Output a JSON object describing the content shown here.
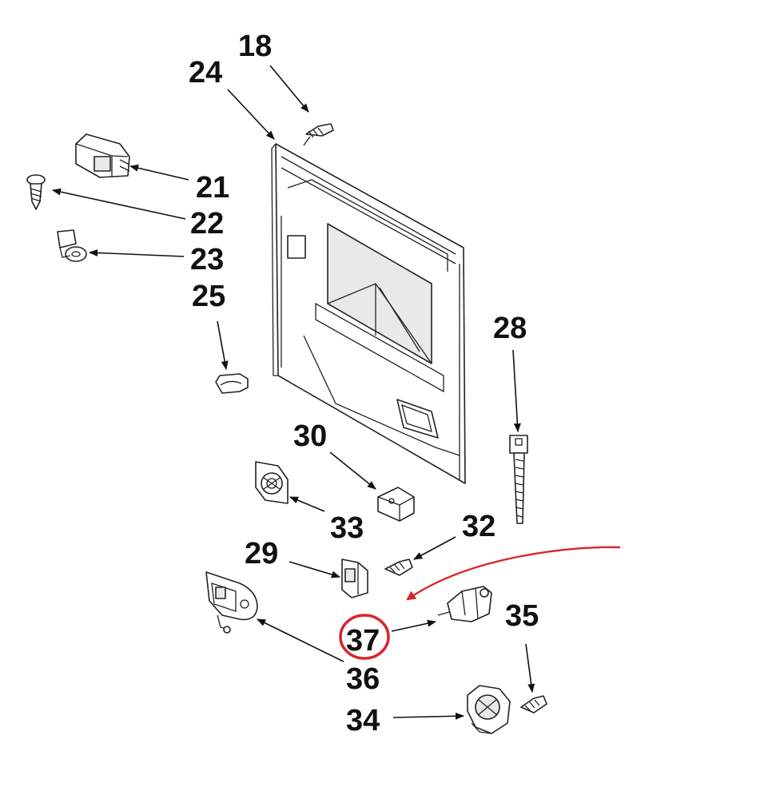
{
  "diagram": {
    "labels": {
      "l18": "18",
      "l24": "24",
      "l21": "21",
      "l22": "22",
      "l23": "23",
      "l25": "25",
      "l28": "28",
      "l30": "30",
      "l33": "33",
      "l32": "32",
      "l29": "29",
      "l35": "35",
      "l37": "37",
      "l36": "36",
      "l34": "34"
    },
    "highlight": {
      "circle_color": "#d8262b",
      "arrow_color": "#d8262b",
      "target_label": "37"
    },
    "colors": {
      "line": "#222222",
      "text": "#111111",
      "background": "#ffffff"
    }
  }
}
